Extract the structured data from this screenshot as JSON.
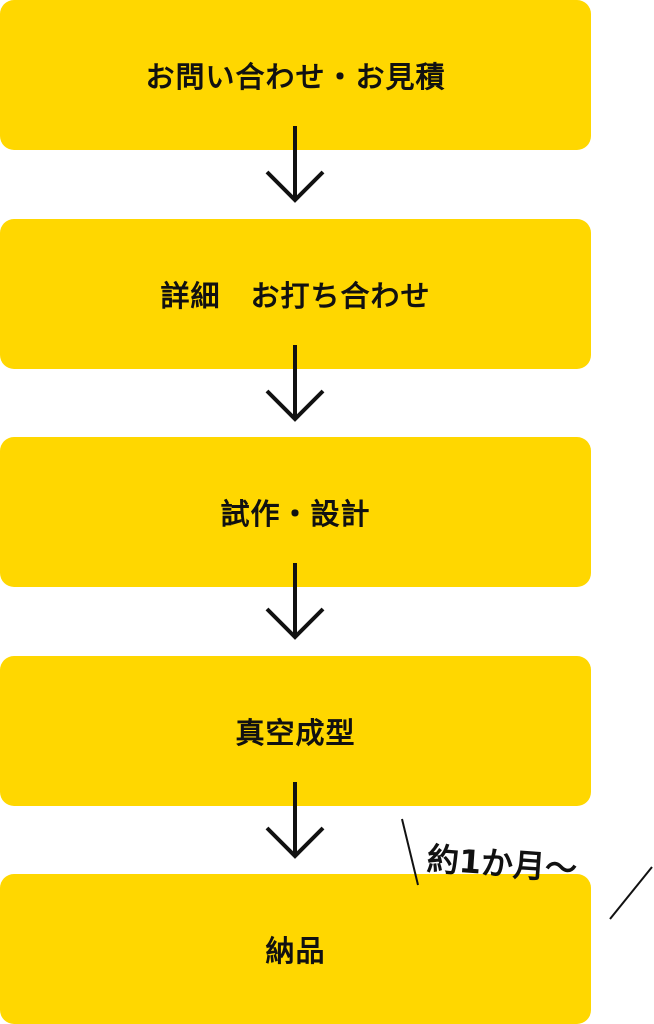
{
  "colors": {
    "box": "#FFD700",
    "text": "#111111",
    "arrow": "#111111"
  },
  "steps": [
    {
      "label": "お問い合わせ・お見積"
    },
    {
      "label": "詳細　お打ち合わせ"
    },
    {
      "label": "試作・設計"
    },
    {
      "label": "真空成型"
    },
    {
      "label": "納品"
    }
  ],
  "arrows": [
    {
      "icon": "arrow-down-icon"
    },
    {
      "icon": "arrow-down-icon"
    },
    {
      "icon": "arrow-down-icon"
    },
    {
      "icon": "arrow-down-icon"
    }
  ],
  "duration_note": {
    "text": "約1か月〜"
  }
}
